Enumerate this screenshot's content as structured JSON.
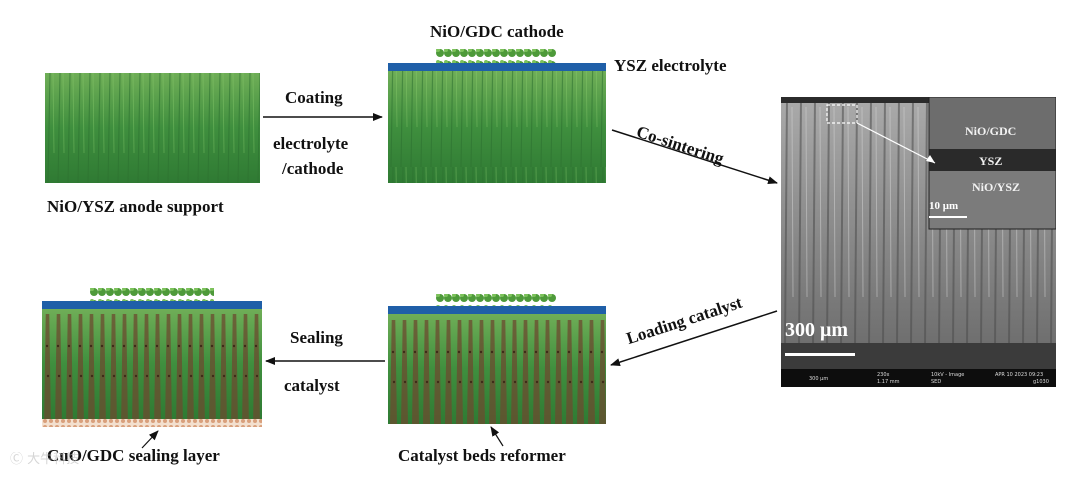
{
  "labels": {
    "cathode": "NiO/GDC cathode",
    "electrolyte": "YSZ electrolyte",
    "anode_support": "NiO/YSZ anode support",
    "coating_line1": "Coating",
    "coating_line2": "electrolyte",
    "coating_line3": "/cathode",
    "cosintering": "Co-sintering",
    "loading": "Loading catalyst",
    "sealing_line1": "Sealing",
    "sealing_line2": "catalyst",
    "catalyst_beds": "Catalyst beds reformer",
    "sealing_layer": "CuO/GDC sealing layer"
  },
  "sem": {
    "inset_nio_gdc": "NiO/GDC",
    "inset_ysz": "YSZ",
    "inset_nio_ysz": "NiO/YSZ",
    "inset_scale": "10 μm",
    "main_scale": "300 μm",
    "info_bar": [
      "300 μm",
      "230x",
      "1.17 mm",
      "10kV - Image",
      "SED",
      "APR 10 2023 09:23",
      "g1030"
    ]
  },
  "watermark": "Ⓒ 大牛科技"
}
